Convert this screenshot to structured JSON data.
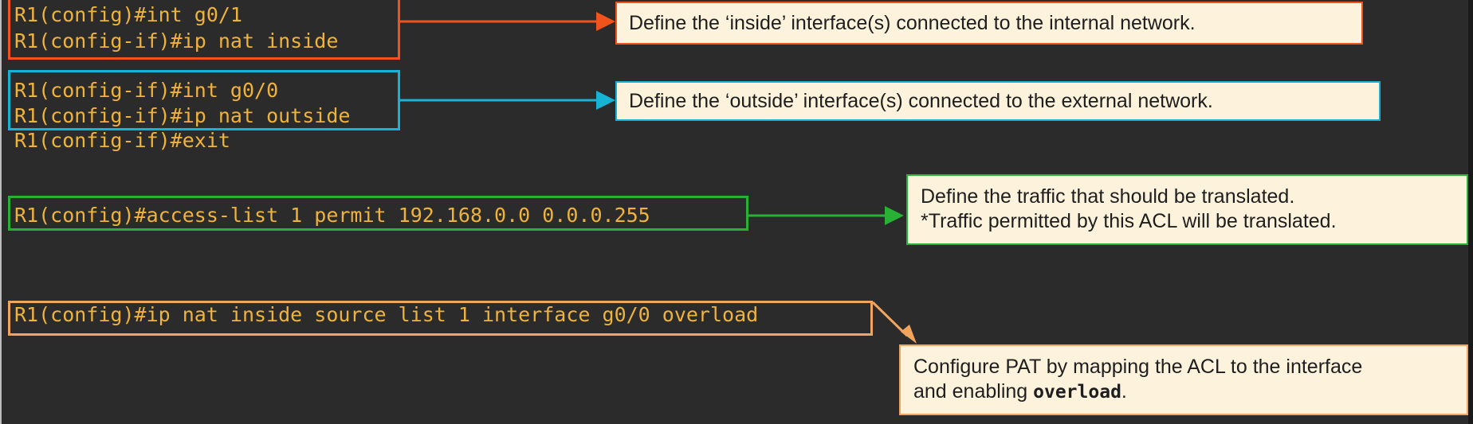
{
  "cli": {
    "line1": "R1(config)#int g0/1",
    "line2": "R1(config-if)#ip nat inside",
    "line3": "R1(config-if)#int g0/0",
    "line4": "R1(config-if)#ip nat outside",
    "line5": "R1(config-if)#exit",
    "line6": "R1(config)#access-list 1 permit 192.168.0.0 0.0.0.255",
    "line7": "R1(config)#ip nat inside source list 1 interface g0/0 overload"
  },
  "notes": {
    "inside": "Define the ‘inside’ interface(s) connected to the internal network.",
    "outside": "Define the ‘outside’ interface(s) connected to the external network.",
    "acl_line1": "Define the traffic that should be translated.",
    "acl_line2": "*Traffic permitted by this ACL will be translated.",
    "pat_line1": "Configure PAT by mapping the ACL to the interface",
    "pat_line2_prefix": "and enabling ",
    "pat_keyword": "overload",
    "pat_line2_suffix": "."
  },
  "colors": {
    "background": "#2b2b2b",
    "cli_text": "#f0b33a",
    "inside": "#f0541c",
    "outside": "#16b3d4",
    "acl": "#27b135",
    "pat": "#f0a45e",
    "note_fill": "#fdf3dc"
  }
}
